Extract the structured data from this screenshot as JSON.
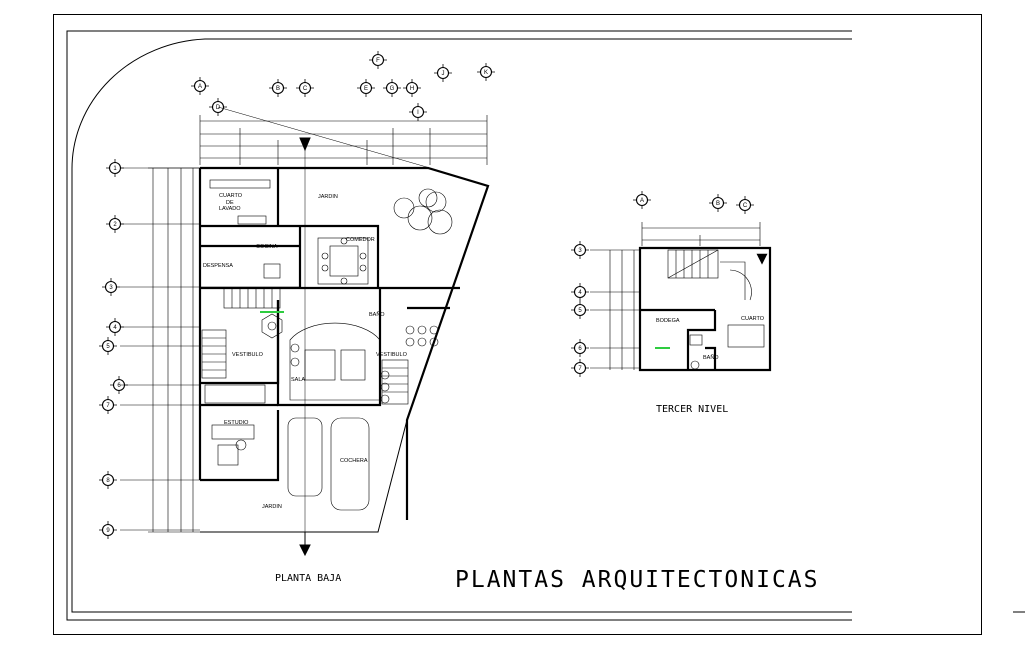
{
  "sheet": {
    "main_title": "PLANTAS ARQUITECTONICAS",
    "ground_floor_label": "PLANTA BAJA",
    "third_floor_label": "TERCER NIVEL"
  },
  "ground_floor": {
    "rooms": {
      "cuarto_lavado_1": "CUARTO",
      "cuarto_lavado_2": "DE",
      "cuarto_lavado_3": "LAVADO",
      "jardin_top": "JARDIN",
      "cocina": "COCINA",
      "comedor": "COMEDOR",
      "despensa": "DESPENSA",
      "bano": "BAÑO",
      "vestibulo_left": "VESTIBULO",
      "vestibulo_right": "VESTIBULO",
      "sala": "SALA",
      "estudio": "ESTUDIO",
      "cochera": "COCHERA",
      "jardin_bottom": "JARDIN"
    },
    "axes_top": [
      "A",
      "B",
      "C",
      "D",
      "E",
      "F",
      "G",
      "H",
      "I",
      "J",
      "K"
    ],
    "axes_left": [
      "1",
      "2",
      "3",
      "4",
      "5",
      "6",
      "7",
      "8",
      "9"
    ]
  },
  "third_floor": {
    "rooms": {
      "bodega": "BODEGA",
      "cuarto": "CUARTO",
      "bano": "BAÑO"
    },
    "axes_top": [
      "A",
      "B",
      "C"
    ],
    "axes_left": [
      "3",
      "4",
      "5",
      "6",
      "7"
    ]
  }
}
